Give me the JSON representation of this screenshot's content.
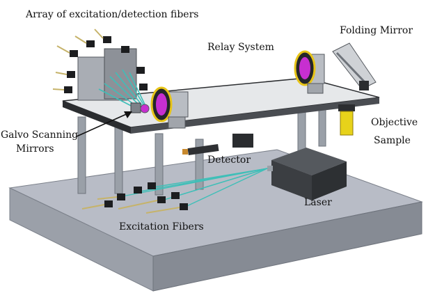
{
  "labels": {
    "array_fibers": "Array of excitation/detection fibers",
    "folding_mirror": "Folding Mirror",
    "relay_system": "Relay System",
    "objective": "Objective",
    "sample": "Sample",
    "galvo_line1": "Galvo Scanning",
    "galvo_line2": "Mirrors",
    "detector": "Detector",
    "laser": "Laser",
    "excitation_fibers": "Excitation Fibers"
  },
  "colors": {
    "floor_top": "#b8bcc6",
    "floor_side": "#8e939c",
    "table_top": "#e6e8ea",
    "table_edge": "#2b2d30",
    "leg": "#9aa0a8",
    "laser_box": "#3b3e42",
    "detector_box": "#2a2c2f",
    "fiber": "#3fbfb8",
    "lens_glass": "#c72fd0",
    "lens_rim": "#e7c418",
    "objective": "#e7d21a"
  }
}
